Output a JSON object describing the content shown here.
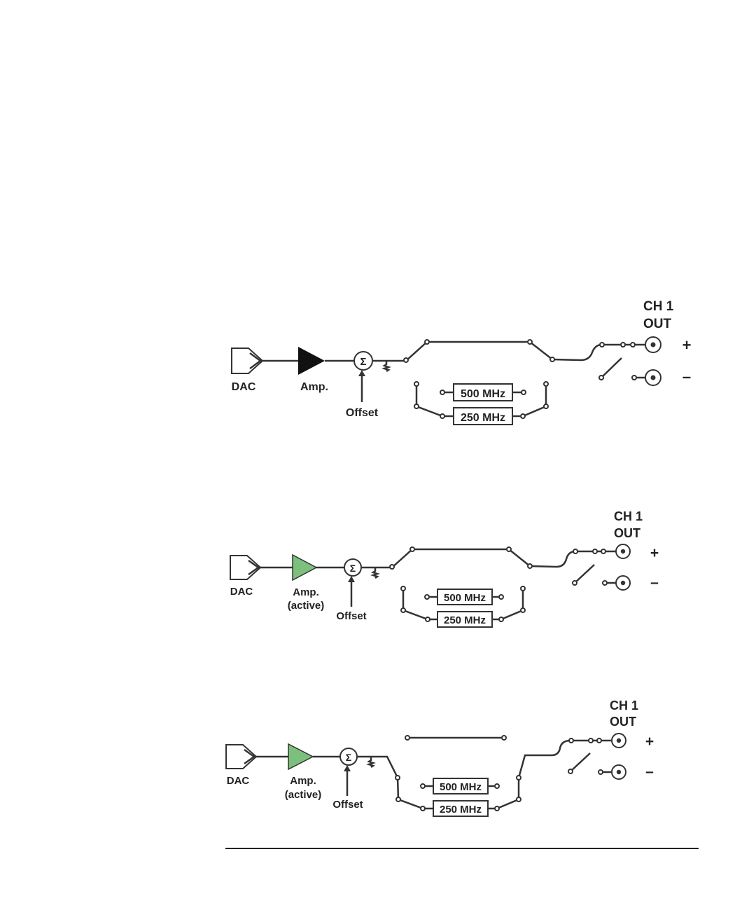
{
  "colors": {
    "active_amp": "#7dc07d",
    "inactive_amp": "#111111",
    "line": "#333333"
  },
  "diagrams": [
    {
      "dac_label": "DAC",
      "amp_label": "Amp.",
      "amp_state": "",
      "offset_label": "Offset",
      "filter_500": "500 MHz",
      "filter_250": "250 MHz",
      "channel_line1": "CH 1",
      "channel_line2": "OUT",
      "plus": "+",
      "minus": "–",
      "sigma": "Σ"
    },
    {
      "dac_label": "DAC",
      "amp_label": "Amp.",
      "amp_state": "(active)",
      "offset_label": "Offset",
      "filter_500": "500 MHz",
      "filter_250": "250 MHz",
      "channel_line1": "CH 1",
      "channel_line2": "OUT",
      "plus": "+",
      "minus": "–",
      "sigma": "Σ"
    },
    {
      "dac_label": "DAC",
      "amp_label": "Amp.",
      "amp_state": "(active)",
      "offset_label": "Offset",
      "filter_500": "500 MHz",
      "filter_250": "250 MHz",
      "channel_line1": "CH 1",
      "channel_line2": "OUT",
      "plus": "+",
      "minus": "–",
      "sigma": "Σ"
    }
  ]
}
